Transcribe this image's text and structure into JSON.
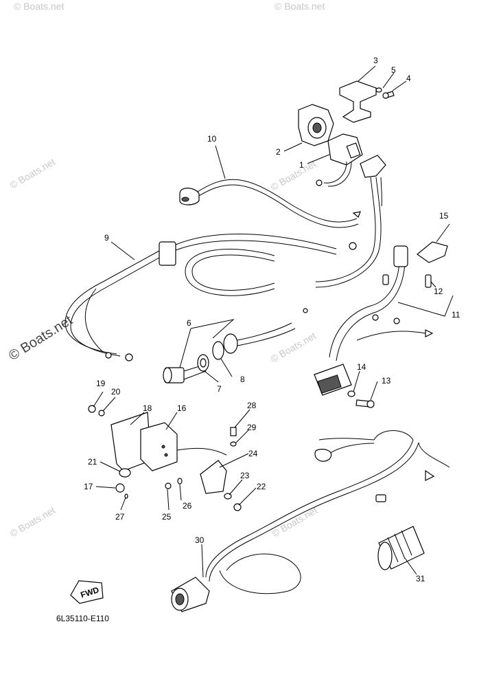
{
  "diagram_code": "6L35110-E110",
  "fwd_label": "FWD",
  "watermark": "© Boats.net",
  "callouts": [
    "1",
    "2",
    "3",
    "4",
    "5",
    "6",
    "7",
    "8",
    "9",
    "10",
    "11",
    "12",
    "13",
    "14",
    "15",
    "16",
    "17",
    "18",
    "19",
    "20",
    "21",
    "22",
    "23",
    "24",
    "25",
    "26",
    "27",
    "28",
    "29",
    "30",
    "31"
  ]
}
